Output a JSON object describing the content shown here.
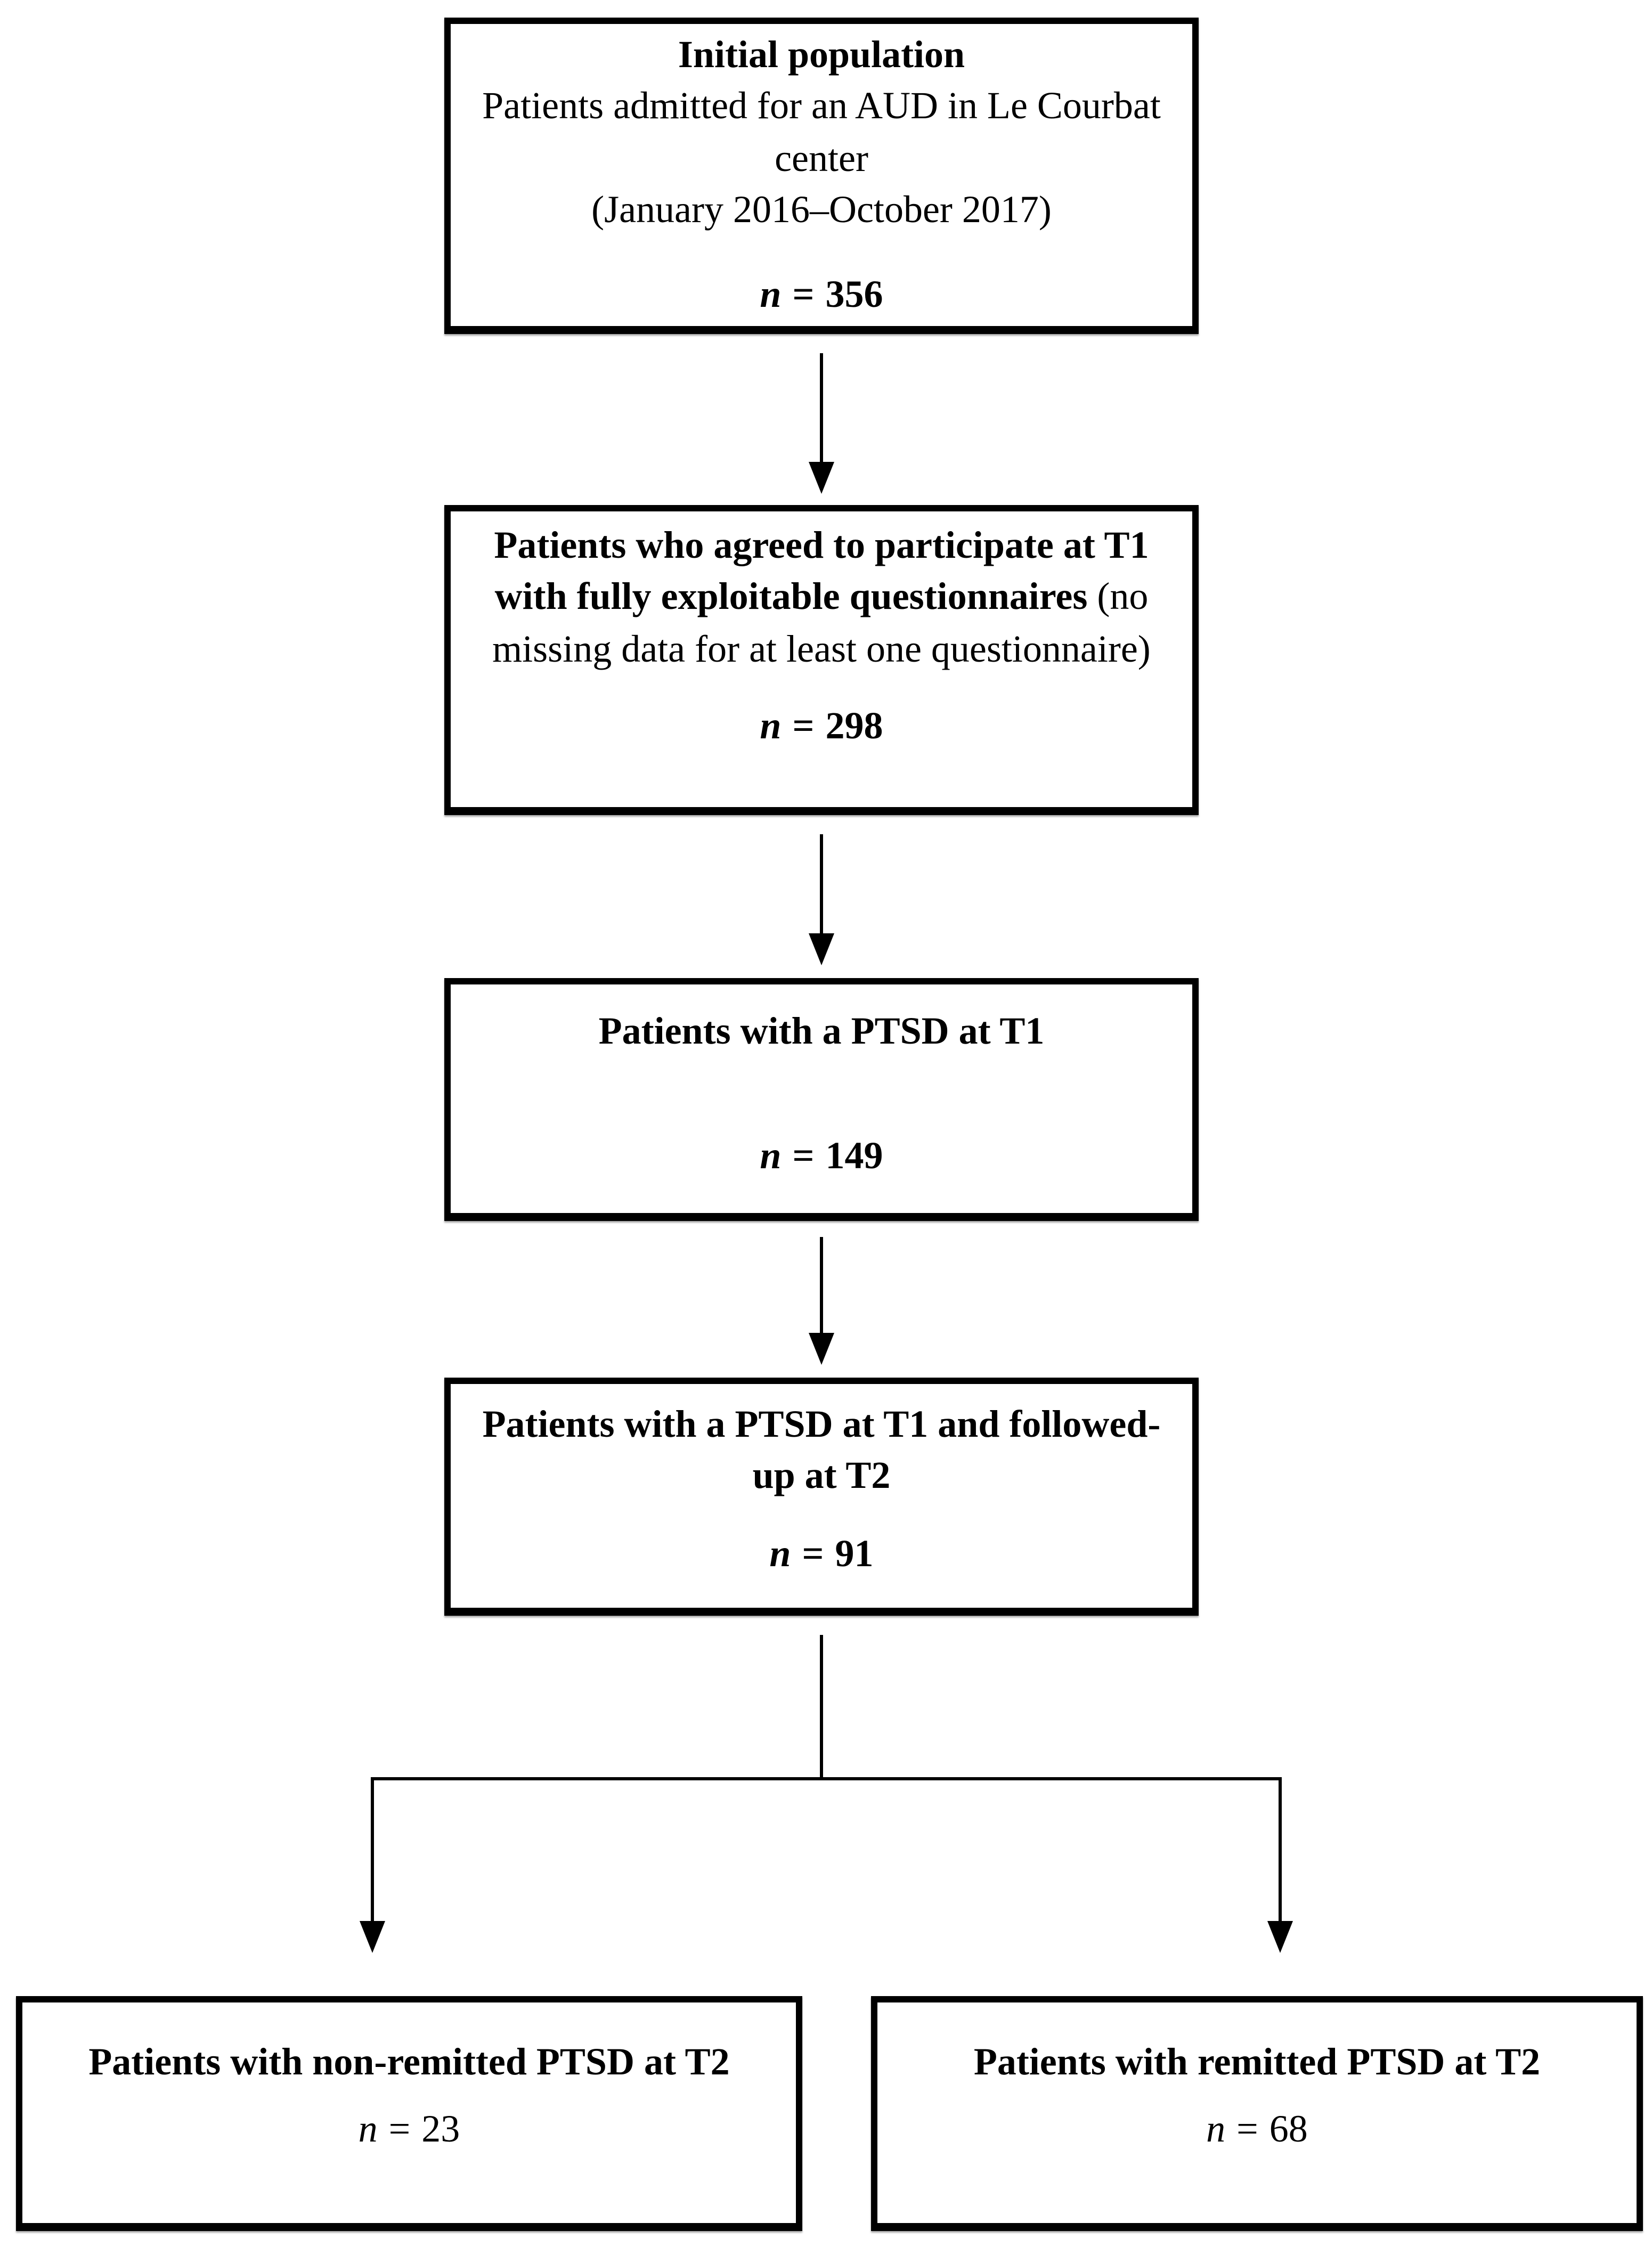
{
  "figure": {
    "type": "flowchart",
    "background_color": "#ffffff",
    "line_color": "#000000",
    "text_color": "#000000"
  },
  "boxes": [
    {
      "title": "Initial population",
      "body": "Patients admitted for an AUD in Le Courbat center",
      "note": "(January 2016–October 2017)",
      "n_label": "n",
      "eq": "=",
      "n_value": "356"
    },
    {
      "title_bold": "Patients who agreed to participate at T1 with fully exploitable questionnaires",
      "title_regular": "(no missing data for at least one questionnaire)",
      "n_label": "n",
      "eq": "=",
      "n_value": "298"
    },
    {
      "title": "Patients with a PTSD at T1",
      "n_label": "n",
      "eq": "=",
      "n_value": "149"
    },
    {
      "title": "Patients with a PTSD at T1 and followed-up at T2",
      "n_label": "n",
      "eq": "=",
      "n_value": "91"
    },
    {
      "title": "Patients with non-remitted PTSD at T2",
      "n_label": "n",
      "eq": "=",
      "n_value": "23"
    },
    {
      "title": "Patients with remitted PTSD at T2",
      "n_label": "n",
      "eq": "=",
      "n_value": "68"
    }
  ]
}
